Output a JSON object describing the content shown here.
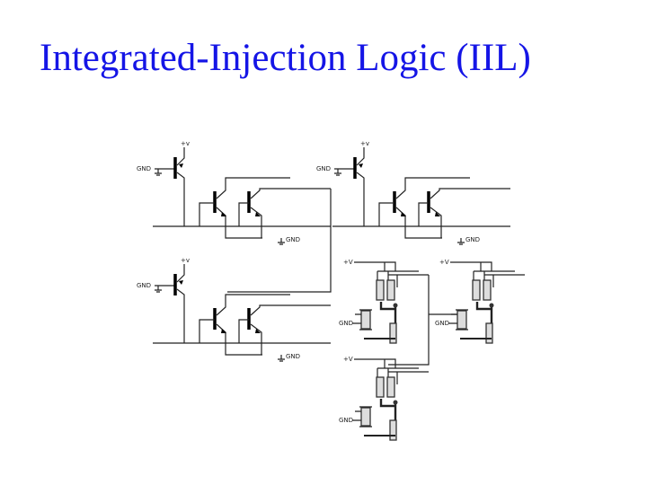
{
  "slide": {
    "title": "Integrated-Injection Logic (IIL)"
  },
  "diagram": {
    "labels": {
      "supply": "+V",
      "supply_small": "+v",
      "ground": "GND"
    }
  }
}
